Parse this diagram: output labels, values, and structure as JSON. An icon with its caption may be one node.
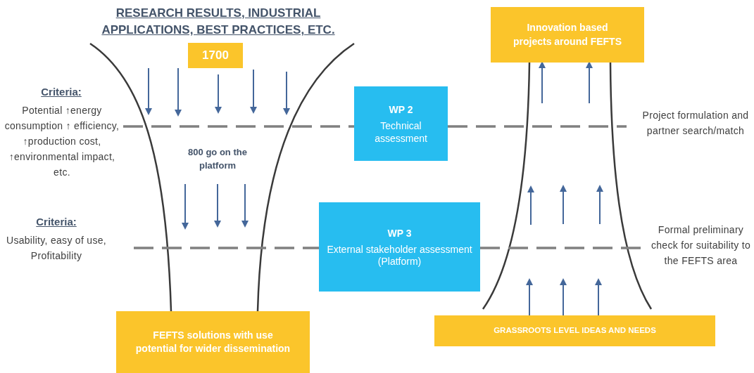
{
  "diagram": {
    "title": "RESEARCH RESULTS, INDUSTRIAL APPLICATIONS, BEST PRACTICES, ETC.",
    "nodes": [
      {
        "text": [
          "1700"
        ]
      },
      {
        "text": [
          "WP 2",
          "Technical assessment"
        ]
      },
      {
        "text": [
          "WP 3",
          "External stakeholder assessment (Platform)"
        ]
      },
      {
        "text": [
          "FEFTS solutions with use potential for wider dissemination"
        ]
      },
      {
        "text": [
          "Innovation based projects around FEFTS"
        ]
      },
      {
        "text": [
          "GRASSROOTS LEVEL IDEAS AND NEEDS"
        ]
      }
    ],
    "edges": [
      {
        "from": null,
        "to": 4,
        "arrow": "to"
      },
      {
        "from": null,
        "to": 4,
        "arrow": "to"
      },
      {
        "from": 5,
        "to": null,
        "arrow": "to"
      },
      {
        "from": 5,
        "to": null,
        "arrow": "to"
      },
      {
        "from": 5,
        "to": null,
        "arrow": "to"
      }
    ],
    "labels": [
      "Criteria:",
      "Potential ↑energy consumption ↑ efficiency, ↑production cost, ↑environmental impact, etc.",
      "800 go on the platform",
      "Criteria:",
      "Usability, easy of use, Profitability",
      "Project formulation and partner search/match",
      "Formal preliminary check for suitability to the FEFTS area"
    ]
  }
}
